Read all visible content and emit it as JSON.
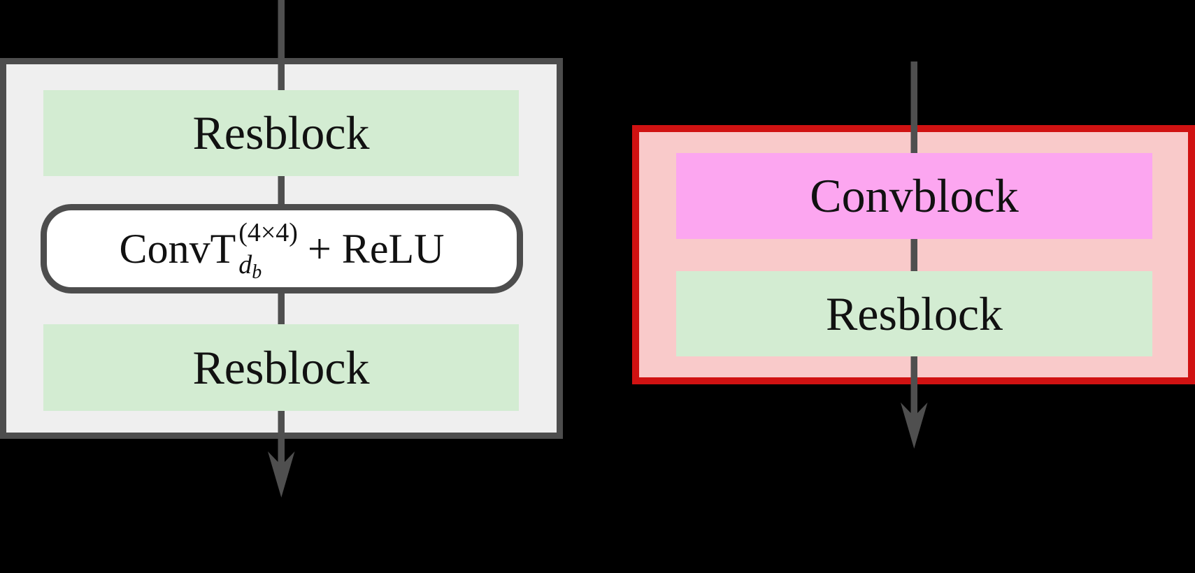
{
  "diagram": {
    "background": "#000000",
    "arrow_color": "#4f4f4f",
    "text_color": "#111111",
    "left_panel": {
      "fill": "#efefef",
      "border_color": "#4d4d4d",
      "resblock_fill": "#d3ecd2",
      "top_resblock_label": "Resblock",
      "bottom_resblock_label": "Resblock",
      "conv_transpose": {
        "fill": "#ffffff",
        "border_color": "#4d4d4d",
        "prefix": "ConvT",
        "superscript": "(4×4)",
        "subscript_main": "d",
        "subscript_sub": "b",
        "suffix": "+ ReLU"
      }
    },
    "right_panel": {
      "fill": "#f9caca",
      "border_color": "#d01212",
      "convblock_fill": "#fca6f0",
      "convblock_label": "Convblock",
      "resblock_fill": "#d3ecd2",
      "resblock_label": "Resblock"
    }
  }
}
